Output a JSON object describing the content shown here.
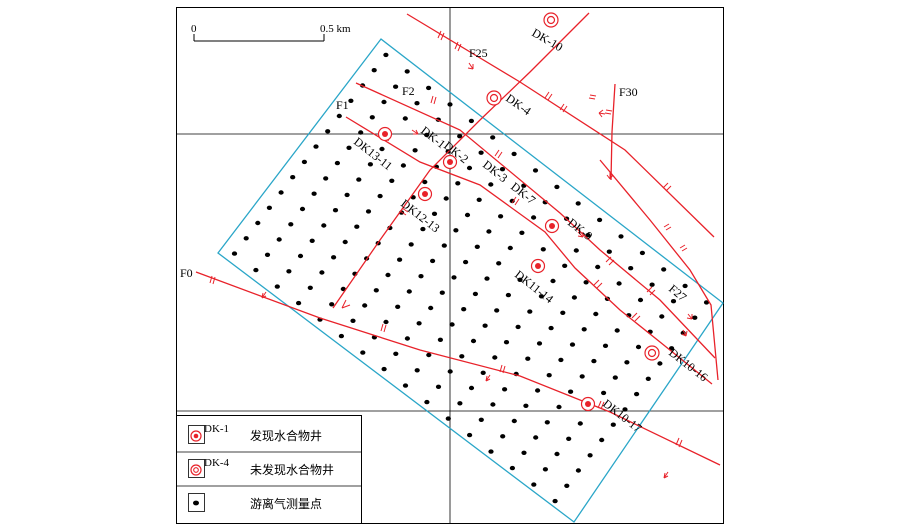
{
  "scale": {
    "zero": "0",
    "length": "0.5 km"
  },
  "faults": {
    "F25": "F25",
    "F30": "F30",
    "F2": "F2",
    "F1": "F1",
    "F0": "F0",
    "F27": "F27"
  },
  "wells": {
    "DK-10": "DK-10",
    "DK-4": "DK-4",
    "DK-1": "DK-1",
    "DK-2": "DK-2",
    "DK-3": "DK-3",
    "DK-7": "DK-7",
    "DK-9": "DK-9",
    "DK13-11": "DK13-11",
    "DK12-13": "DK12-13",
    "DK11-14": "DK11-14",
    "DK10-16": "DK10-16",
    "DK10-17": "DK10-17"
  },
  "legend": {
    "found": {
      "symbol_label": "DK-1",
      "text": "发现水合物井"
    },
    "notfound": {
      "symbol_label": "DK-4",
      "text": "未发现水合物井"
    },
    "point": {
      "text": "游离气测量点"
    }
  },
  "colors": {
    "frame": "#000000",
    "survey_boundary": "#2aa6c8",
    "fault": "#e8222a",
    "well": "#e8222a",
    "point": "#000000"
  }
}
